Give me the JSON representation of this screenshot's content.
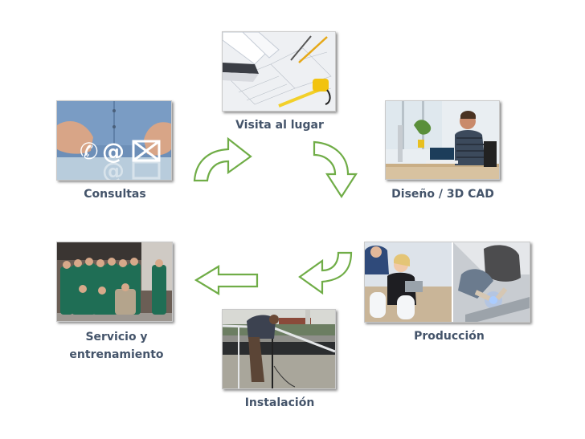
{
  "diagram": {
    "type": "process-cycle",
    "accent_color": "#70ad47",
    "label_color": "#44546a",
    "steps": [
      {
        "id": "consultas",
        "label": "Consultas",
        "image": "hands-with-phone-at-email-icons"
      },
      {
        "id": "visita",
        "label": "Visita al lugar",
        "image": "blueprints-pencils-tape-measure"
      },
      {
        "id": "diseno",
        "label": "Diseño / 3D CAD",
        "image": "man-working-at-computer-desk"
      },
      {
        "id": "produccion",
        "label": "Producción",
        "image": "factory-workers-and-welder"
      },
      {
        "id": "instalacion",
        "label": "Instalación",
        "image": "worker-installing-railing"
      },
      {
        "id": "servicio",
        "label_line1": "Servicio y",
        "label_line2": "entrenamiento",
        "image": "team-in-green-uniforms"
      }
    ],
    "arrows": [
      {
        "from": "Consultas",
        "to": "Visita al lugar",
        "icon": "curved-arrow-up-right"
      },
      {
        "from": "Visita al lugar",
        "to": "Diseño / 3D CAD",
        "icon": "curved-arrow-down-right"
      },
      {
        "from": "Producción",
        "to": "Instalación",
        "icon": "curved-arrow-down-left"
      },
      {
        "from": "Instalación",
        "to": "Servicio y entrenamiento",
        "icon": "straight-arrow-left"
      }
    ]
  }
}
